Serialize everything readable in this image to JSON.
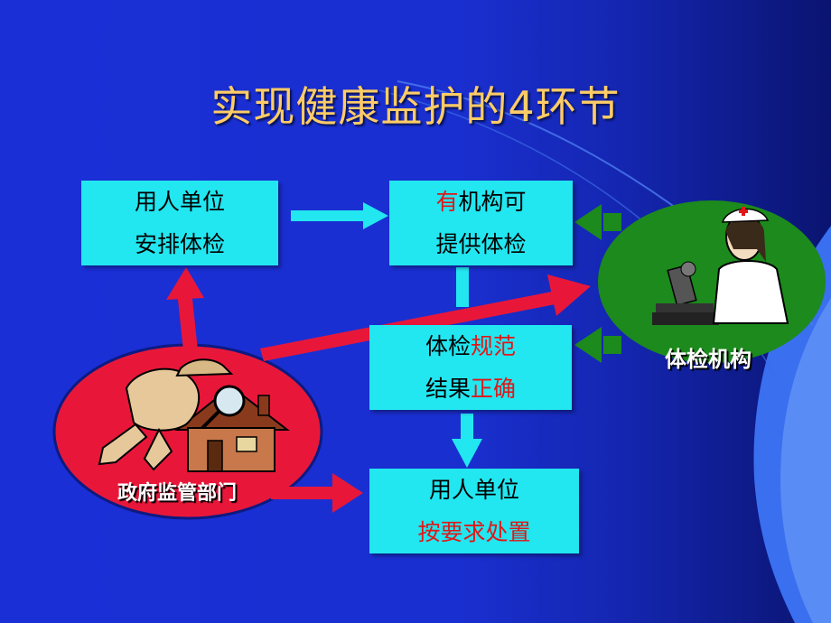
{
  "title": "实现健康监护的4环节",
  "boxes": {
    "employer_arrange": {
      "line1": "用人单位",
      "line2": "安排体检"
    },
    "institution_available": {
      "line1_highlight": "有",
      "line1_rest": "机构可",
      "line2": "提供体检"
    },
    "exam_standard": {
      "line1_plain": "体检",
      "line1_highlight": "规范",
      "line2_plain": "结果",
      "line2_highlight": "正确"
    },
    "employer_handle": {
      "line1": "用人单位",
      "line2": "按要求处置"
    }
  },
  "labels": {
    "institution": "体检机构",
    "government": "政府监管部门"
  },
  "colors": {
    "box_fill": "#22e6f0",
    "highlight_text": "#e01818",
    "title_text": "#ffcc66",
    "institution_circle": "#1c8a1c",
    "government_ellipse": "#e8173a",
    "red_arrow": "#e8173a",
    "cyan_arrow": "#22e6f0",
    "green_arrow": "#1c8a1c"
  }
}
